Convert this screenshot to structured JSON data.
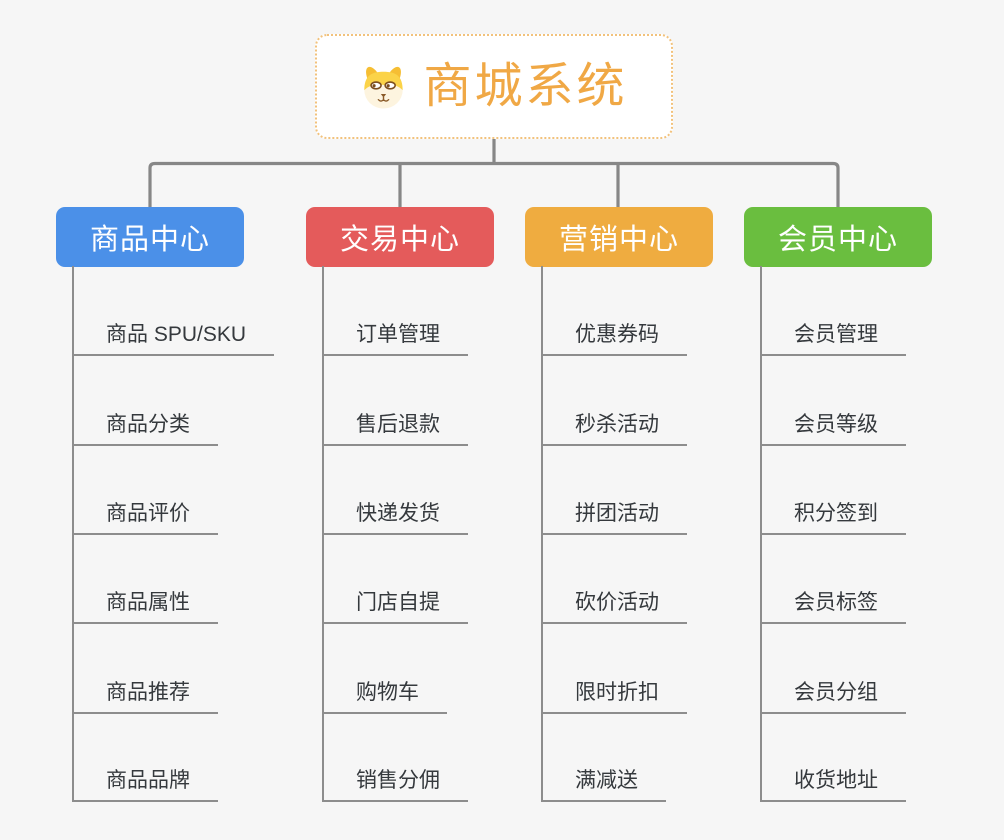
{
  "root": {
    "title": "商城系统",
    "title_color": "#F0A845",
    "border_color": "#F2C27C",
    "icon": "dog-face-icon"
  },
  "branches": [
    {
      "label": "商品中心",
      "color": "#4B90E8",
      "items": [
        "商品 SPU/SKU",
        "商品分类",
        "商品评价",
        "商品属性",
        "商品推荐",
        "商品品牌"
      ]
    },
    {
      "label": "交易中心",
      "color": "#E45B5B",
      "items": [
        "订单管理",
        "售后退款",
        "快递发货",
        "门店自提",
        "购物车",
        "销售分佣"
      ]
    },
    {
      "label": "营销中心",
      "color": "#EFAC40",
      "items": [
        "优惠券码",
        "秒杀活动",
        "拼团活动",
        "砍价活动",
        "限时折扣",
        "满减送"
      ]
    },
    {
      "label": "会员中心",
      "color": "#6ABE3F",
      "items": [
        "会员管理",
        "会员等级",
        "积分签到",
        "会员标签",
        "会员分组",
        "收货地址"
      ]
    }
  ],
  "palette": {
    "background": "#F6F6F6",
    "connector_line": "#878787",
    "leaf_underline": "#8D8D8D",
    "leaf_text": "#35393D",
    "root_background": "#FFFFFF",
    "branch_text": "#FFFFFF"
  }
}
